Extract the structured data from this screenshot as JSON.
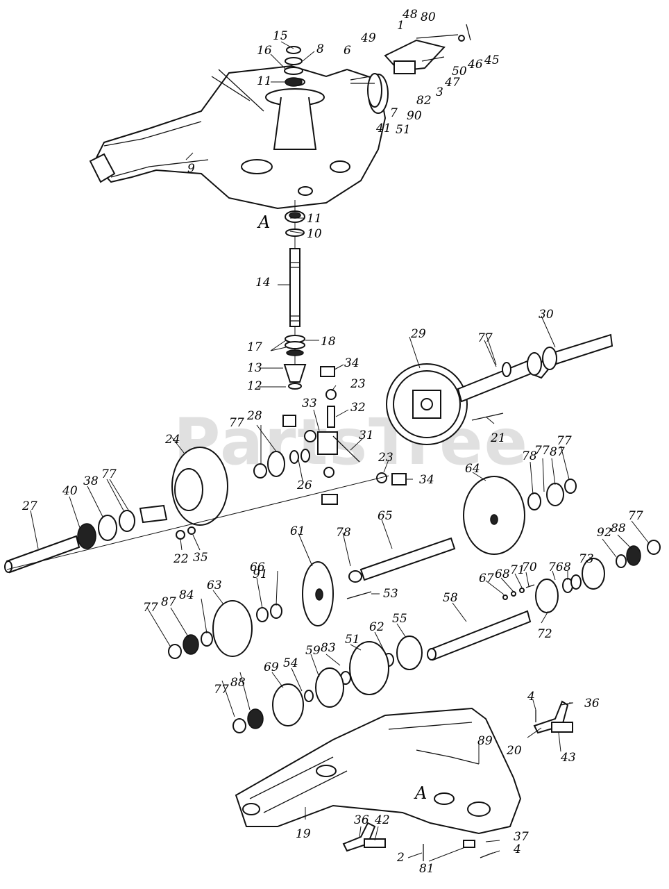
{
  "watermark": "PartsTree",
  "labels": {
    "p15": "15",
    "p8a": "8",
    "p16": "16",
    "p11a": "11",
    "p9": "9",
    "pA1": "A",
    "p11b": "11",
    "p10": "10",
    "p6": "6",
    "p49": "49",
    "p1": "1",
    "p48": "48",
    "p80": "80",
    "p45": "45",
    "p46": "46",
    "p50": "50",
    "p47": "47",
    "p3": "3",
    "p82": "82",
    "p7": "7",
    "p90": "90",
    "p51a": "51",
    "p41": "41",
    "p14": "14",
    "p17": "17",
    "p18": "18",
    "p13": "13",
    "p12": "12",
    "p34a": "34",
    "p23a": "23",
    "p33": "33",
    "p32": "32",
    "p31": "31",
    "p23b": "23",
    "p34b": "34",
    "p26": "26",
    "p29": "29",
    "p30": "30",
    "p77a": "77",
    "p21": "21",
    "p77b": "77",
    "p28": "28",
    "p24": "24",
    "p27": "27",
    "p40": "40",
    "p38": "38",
    "p77c": "77",
    "p22": "22",
    "p35": "35",
    "p64": "64",
    "p78a": "78",
    "p77d": "77",
    "p87a": "87",
    "p77e": "77",
    "p65": "65",
    "p78b": "78",
    "p61": "61",
    "p66": "66",
    "p91": "91",
    "p63": "63",
    "p84": "84",
    "p87b": "87",
    "p77f": "77",
    "p53": "53",
    "p76": "76",
    "p8b": "8",
    "p73": "73",
    "p92": "92",
    "p88a": "88",
    "p77g": "77",
    "p67": "67",
    "p68": "68",
    "p71": "71",
    "p70": "70",
    "p58": "58",
    "p72": "72",
    "p55": "55",
    "p62": "62",
    "p51b": "51",
    "p83": "83",
    "p59": "59",
    "p54": "54",
    "p69": "69",
    "p88b": "88",
    "p77h": "77",
    "p4a": "4",
    "p36a": "36",
    "p20": "20",
    "p43": "43",
    "p89": "89",
    "pA2": "A",
    "p19": "19",
    "p36b": "36",
    "p42": "42",
    "p2": "2",
    "p81": "81",
    "p37": "37",
    "p4b": "4"
  }
}
